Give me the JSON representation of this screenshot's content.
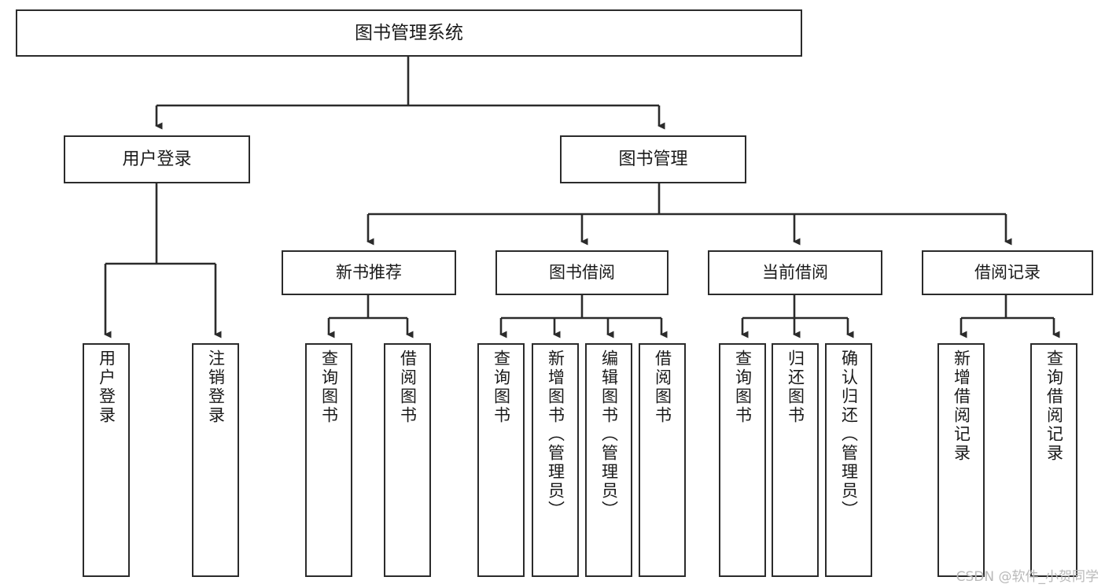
{
  "diagram": {
    "title": "图书管理系统",
    "watermark": "CSDN @软件_小贺同学",
    "colors": {
      "background": "#ffffff",
      "box_border": "#2b2b2b",
      "box_fill": "#ffffff",
      "text": "#1a1a1a",
      "edge": "#2b2b2b",
      "watermark": "#b9b9b9"
    },
    "nodes": {
      "root": "图书管理系统",
      "level1": [
        {
          "label": "用户登录"
        },
        {
          "label": "图书管理"
        }
      ],
      "level2": [
        {
          "label": "新书推荐"
        },
        {
          "label": "图书借阅"
        },
        {
          "label": "当前借阅"
        },
        {
          "label": "借阅记录"
        }
      ],
      "leaves": {
        "user_login": [
          {
            "label": "用户登录"
          },
          {
            "label": "注销登录"
          }
        ],
        "new_book_recommend": [
          {
            "label": "查询图书"
          },
          {
            "label": "借阅图书"
          }
        ],
        "book_borrow": [
          {
            "label": "查询图书"
          },
          {
            "label": "新增图书（管理员）"
          },
          {
            "label": "编辑图书（管理员）"
          },
          {
            "label": "借阅图书"
          }
        ],
        "current_borrow": [
          {
            "label": "查询图书"
          },
          {
            "label": "归还图书"
          },
          {
            "label": "确认归还（管理员）"
          }
        ],
        "borrow_record": [
          {
            "label": "新增借阅记录"
          },
          {
            "label": "查询借阅记录"
          }
        ]
      }
    }
  }
}
